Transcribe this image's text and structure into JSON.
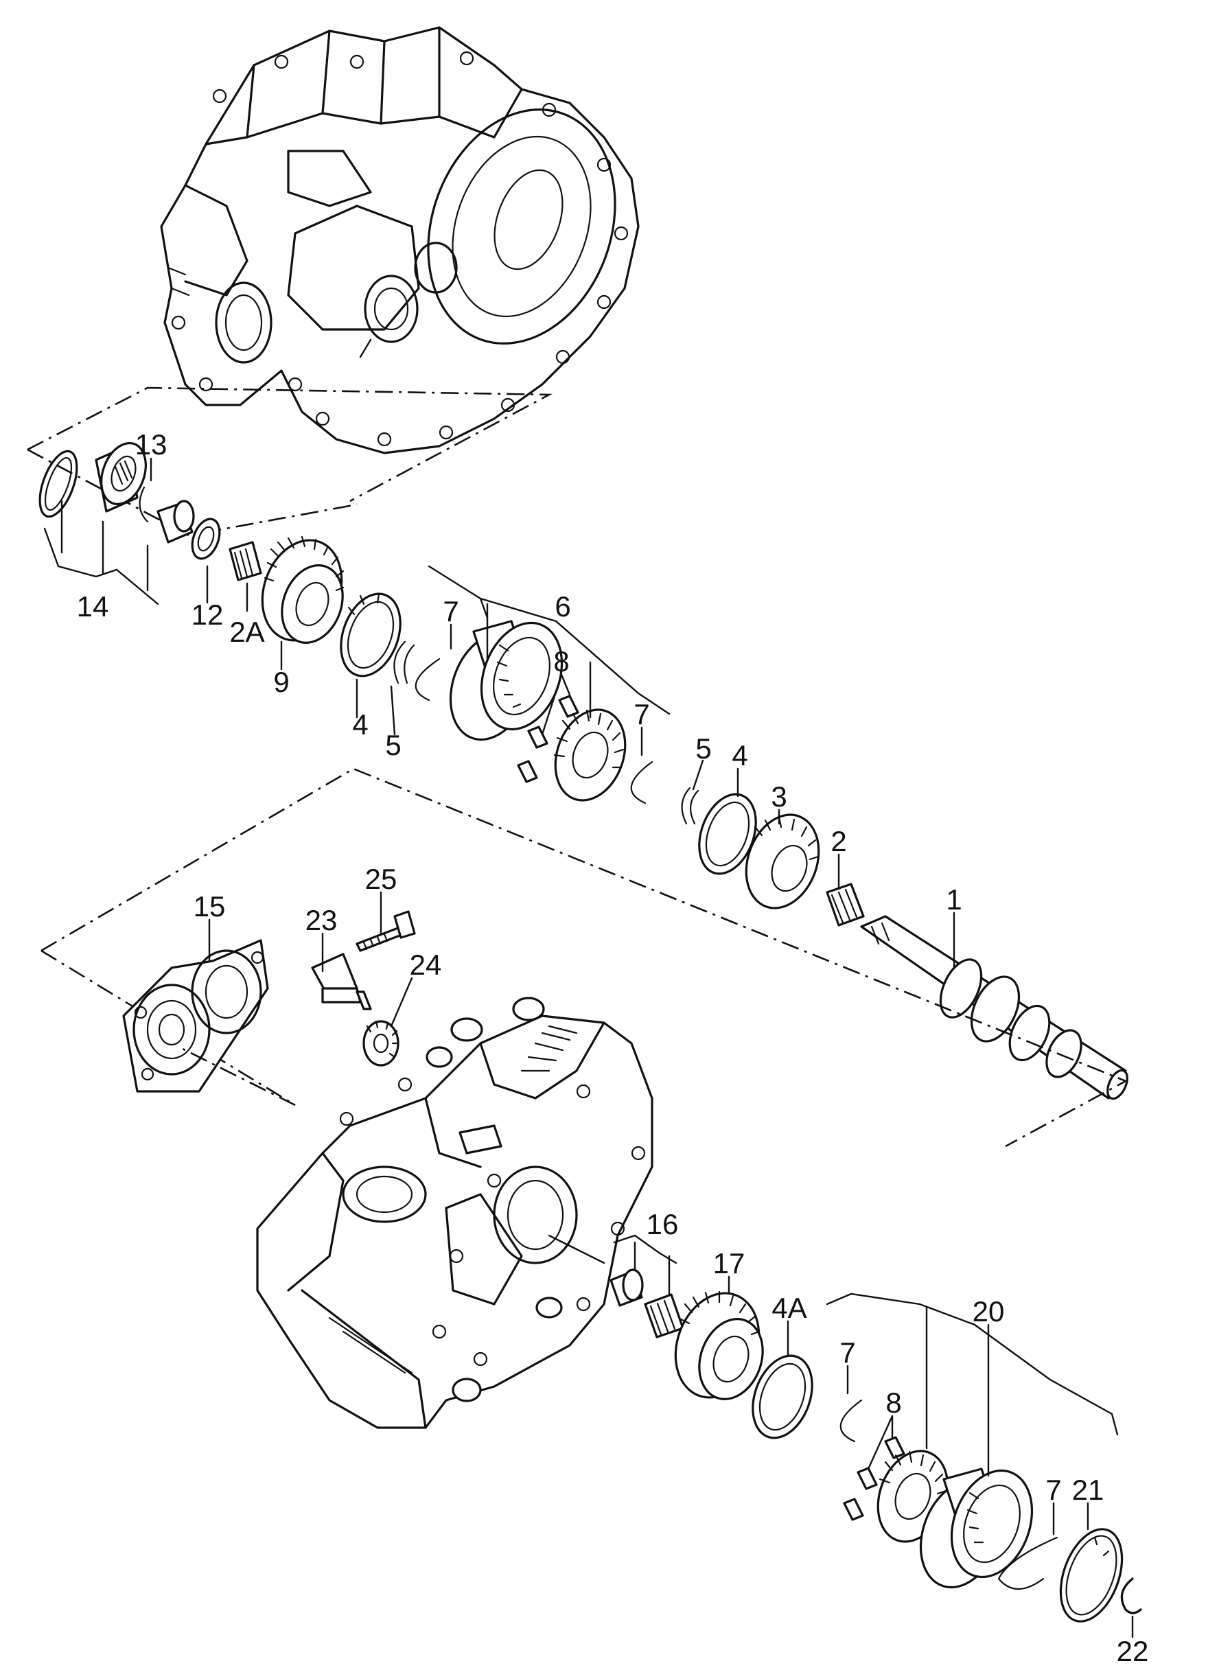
{
  "callouts": [
    {
      "id": "c1",
      "text": "1"
    },
    {
      "id": "c2",
      "text": "2"
    },
    {
      "id": "c2a",
      "text": "2A"
    },
    {
      "id": "c3",
      "text": "3"
    },
    {
      "id": "c4a",
      "text": "4"
    },
    {
      "id": "c4b",
      "text": "4"
    },
    {
      "id": "c4A",
      "text": "4A"
    },
    {
      "id": "c5a",
      "text": "5"
    },
    {
      "id": "c5b",
      "text": "5"
    },
    {
      "id": "c6",
      "text": "6"
    },
    {
      "id": "c7a",
      "text": "7"
    },
    {
      "id": "c7b",
      "text": "7"
    },
    {
      "id": "c7c",
      "text": "7"
    },
    {
      "id": "c7d",
      "text": "7"
    },
    {
      "id": "c8a",
      "text": "8"
    },
    {
      "id": "c8b",
      "text": "8"
    },
    {
      "id": "c9",
      "text": "9"
    },
    {
      "id": "c12",
      "text": "12"
    },
    {
      "id": "c13",
      "text": "13"
    },
    {
      "id": "c14",
      "text": "14"
    },
    {
      "id": "c15",
      "text": "15"
    },
    {
      "id": "c16",
      "text": "16"
    },
    {
      "id": "c17",
      "text": "17"
    },
    {
      "id": "c20",
      "text": "20"
    },
    {
      "id": "c21",
      "text": "21"
    },
    {
      "id": "c22",
      "text": "22"
    },
    {
      "id": "c23",
      "text": "23"
    },
    {
      "id": "c24",
      "text": "24"
    },
    {
      "id": "c25",
      "text": "25"
    }
  ]
}
